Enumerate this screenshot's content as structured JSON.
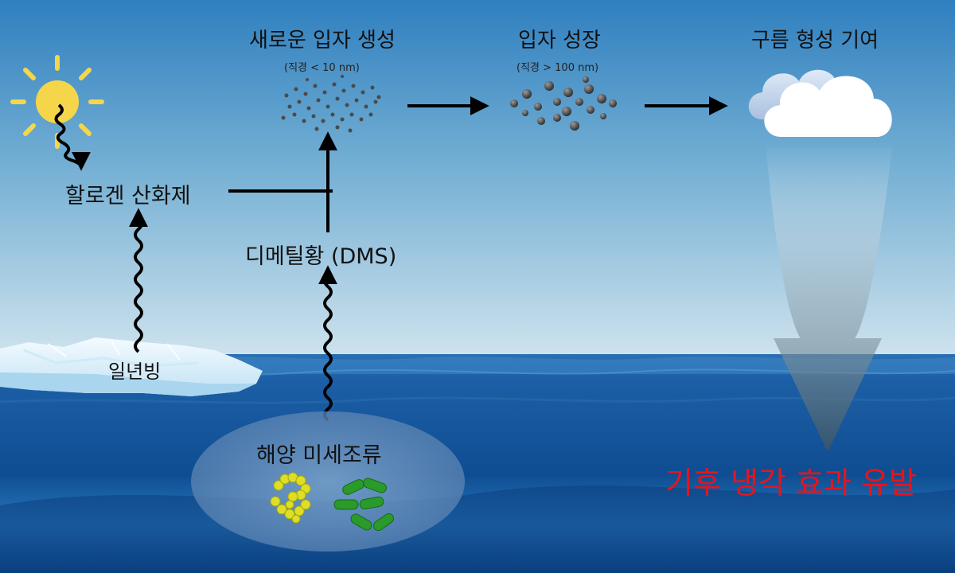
{
  "steps": {
    "nucleation": {
      "title": "새로운 입자 생성",
      "size": "(직경 < 10 nm)"
    },
    "growth": {
      "title": "입자 성장",
      "size": "(직경 > 100 nm)"
    },
    "cloud": {
      "title": "구름 형성 기여"
    }
  },
  "labels": {
    "halogen": "할로겐 산화제",
    "dms": "디메틸황 (DMS)",
    "sea_ice": "일년빙",
    "microalgae": "해양 미세조류",
    "cooling": "기후 냉각 효과 유발"
  },
  "colors": {
    "sky_top": "#2f7fbf",
    "sky_bottom": "#cfe3ee",
    "ocean_surface": "#1c5fa6",
    "ocean_deep": "#0a3f80",
    "cooling_text": "#e8141c",
    "sun": "#f5d64a",
    "algae_yellow": "#dede25",
    "algae_green": "#2a9a2a"
  },
  "icons": [
    "sun-icon",
    "cloud-icon",
    "sea-ice-icon",
    "microalgae-icon",
    "particle-cluster-icon"
  ]
}
